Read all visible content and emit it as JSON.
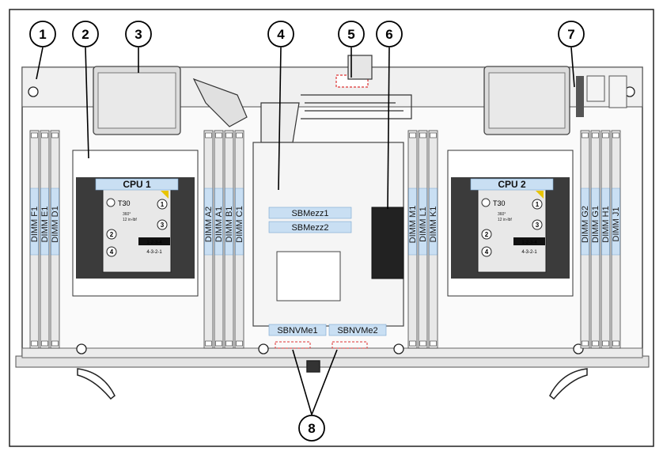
{
  "callouts": [
    "1",
    "2",
    "3",
    "4",
    "5",
    "6",
    "7",
    "8"
  ],
  "cpus": [
    {
      "label": "CPU 1",
      "torx": "T30",
      "torque": "12 in-lbf",
      "angle": "360°",
      "seq_tighten": "1-2-3-4",
      "seq_loosen": "4-3-2-1",
      "screw_nums": [
        "1",
        "2",
        "3",
        "4"
      ]
    },
    {
      "label": "CPU 2",
      "torx": "T30",
      "torque": "12 in-lbf",
      "angle": "360°",
      "seq_tighten": "1-2-3-4",
      "seq_loosen": "4-3-2-1",
      "screw_nums": [
        "1",
        "2",
        "3",
        "4"
      ]
    }
  ],
  "dimm_groups": [
    [
      "DIMM F1",
      "DIMM E1",
      "DIMM D1"
    ],
    [
      "DIMM A2",
      "DIMM A1",
      "DIMM B1",
      "DIMM C1"
    ],
    [
      "DIMM M1",
      "DIMM L1",
      "DIMM K1"
    ],
    [
      "DIMM G2",
      "DIMM G1",
      "DIMM H1",
      "DIMM J1"
    ]
  ],
  "mezz": [
    "SBMezz1",
    "SBMezz2"
  ],
  "nvme": [
    "SBNVMe1",
    "SBNVMe2"
  ]
}
